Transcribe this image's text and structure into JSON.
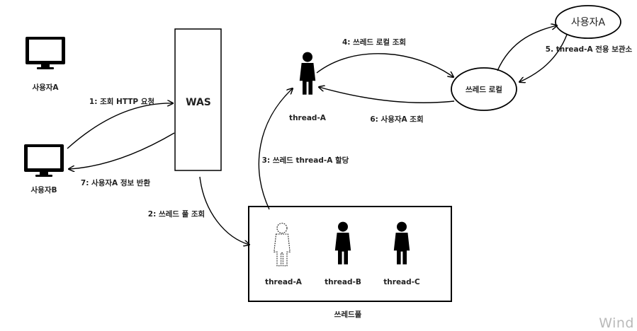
{
  "nodes": {
    "monitor_a_label": "사용자A",
    "monitor_b_label": "사용자B",
    "was_label": "WAS",
    "thread_top_label": "thread-A",
    "thread_local_label": "쓰레드 로컬",
    "user_a_store_label": "사용자A",
    "pool_title": "쓰레드풀",
    "pool_thread_a": "thread-A",
    "pool_thread_b": "thread-B",
    "pool_thread_c": "thread-C"
  },
  "edges": {
    "step1": "1: 조회 HTTP 요청",
    "step2": "2: 쓰레드 풀 조회",
    "step3": "3: 쓰레드 thread-A 할당",
    "step4": "4: 쓰레드 로컬 조회",
    "step5": "5. thread-A 전용 보관소",
    "step6": "6: 사용자A 조회",
    "step7": "7: 사용자A 정보 반환"
  },
  "watermark": "Wind",
  "colors": {
    "stroke": "#000000",
    "text": "#222222",
    "watermark": "#b9b9b9"
  },
  "icons": [
    "monitor-icon",
    "person-icon",
    "dotted-person-icon"
  ]
}
